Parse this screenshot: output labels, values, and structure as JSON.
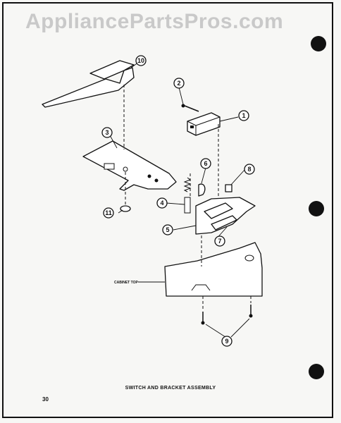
{
  "watermark": "AppliancePartsPros.com",
  "caption": "SWITCH AND BRACKET ASSEMBLY",
  "page_number": "30",
  "cabinet_label": "CABINET TOP",
  "callouts": [
    "1",
    "2",
    "3",
    "4",
    "5",
    "6",
    "7",
    "8",
    "9",
    "10",
    "11"
  ],
  "colors": {
    "ink": "#111111",
    "paper": "#f7f7f5",
    "watermark": "#c9c9c9"
  }
}
